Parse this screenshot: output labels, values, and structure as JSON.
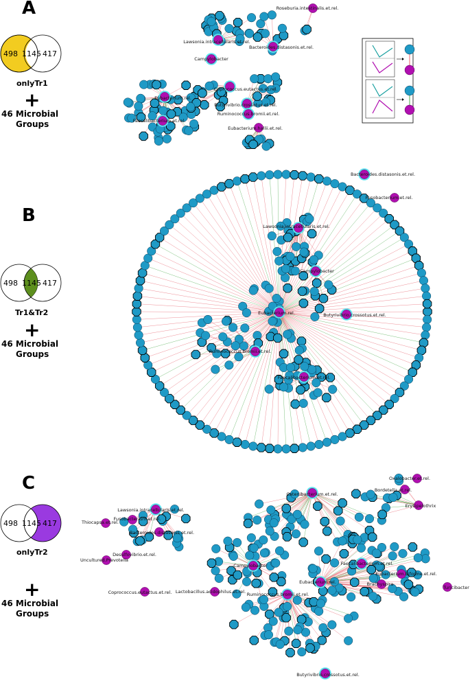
{
  "colors": {
    "gene_node": "#1f9ac6",
    "microbe_node": "#b00fb0",
    "highlight_ring": "#5fe3f0",
    "positive_edge": "#e8606b",
    "negative_edge": "#4aa84a",
    "venn_tr1": "#f2cc20",
    "venn_tr1tr2": "#5d8f1e",
    "venn_tr2": "#9a3ae0"
  },
  "panels": [
    {
      "letter": "A",
      "venn": {
        "left": "498",
        "center": "1145",
        "right": "417",
        "caption": "onlyTr1",
        "highlight": "left"
      },
      "plus": "+",
      "microbial_line1": "46 Microbial",
      "microbial_line2": "Groups",
      "microbe_labels": [
        "Roseburia.intestinalis.et.rel.",
        "Lawsonia.intracellularis.et.rel.",
        "Bacteroides.distasonis.et.rel.",
        "Campylobacter",
        "Coprococcus.eutactus.et.rel.",
        "Eubacterium.rel.",
        "Butyrivibrio.crossotus.et.rel.",
        "Ruminococcus.bromii.et.rel.",
        "Faecalibacterium.et.rel.",
        "Eubacterium.hallii.et.rel."
      ]
    },
    {
      "letter": "B",
      "venn": {
        "left": "498",
        "center": "1145",
        "right": "417",
        "caption": "Tr1&Tr2",
        "highlight": "center"
      },
      "plus": "+",
      "microbial_line1": "46 Microbial",
      "microbial_line2": "Groups",
      "microbe_labels": [
        "Bacteroides.distasonis.et.rel.",
        "Fusobacterium.et.rel.",
        "Lawsonia.intracellularis.et.rel.",
        "Campylobacter",
        "Eubacterium.rel.",
        "Butyrivibrio.crossotus.et.rel.",
        "Ruminococcus.bromii.et.rel.",
        "Faecalibacterium.et.rel."
      ]
    },
    {
      "letter": "C",
      "venn": {
        "left": "498",
        "center": "1145",
        "right": "417",
        "caption": "onlyTr2",
        "highlight": "right"
      },
      "plus": "+",
      "microbial_line1": "46 Microbial",
      "microbial_line2": "Groups",
      "microbe_labels": [
        "Lawsonia.intracellularis.et.rel.",
        "Fusobacterium.et.rel.",
        "Thiocapsa.et.rel.",
        "Bacteroides.distasonis.et.rel.",
        "Desulfovibrio.et.rel.",
        "Uncultured.Prevotella",
        "Coprococcus.eutactus.et.rel.",
        "Lactobacillus.acidophilus.et.rel.",
        "Campylobacter",
        "Catenibacterium.et.rel.",
        "Oxalobacter.et.rel.",
        "Bordetella.et.rel.",
        "Erysipelothrix",
        "Faecalibacterium.et.rel.",
        "Eubacterium.biforme.et.rel.",
        "Eubacterium.rel.",
        "Brachyspira",
        "Turicibacter",
        "Ruminococcus.bromii.et.rel.",
        "Butyrivibrio.crossotus.et.rel."
      ]
    }
  ]
}
